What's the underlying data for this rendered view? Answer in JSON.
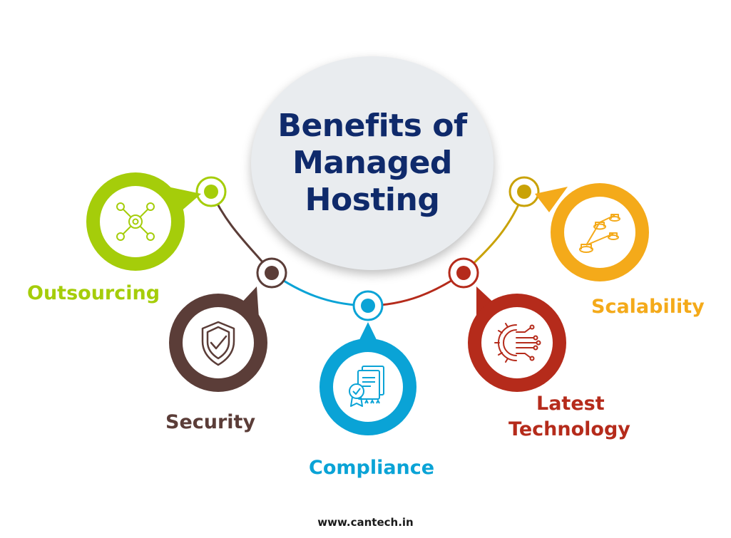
{
  "title_lines": [
    "Benefits of",
    "Managed",
    "Hosting"
  ],
  "benefits": [
    {
      "label": "Outsourcing",
      "icon": "network-users-icon",
      "color": "#a5cd0a"
    },
    {
      "label": "Security",
      "icon": "shield-check-icon",
      "color": "#5b3d38"
    },
    {
      "label": "Compliance",
      "icon": "certificate-document-icon",
      "color": "#0aa3d6"
    },
    {
      "label_lines": [
        "Latest",
        "Technology"
      ],
      "icon": "gear-circuit-icon",
      "color": "#b52b1b"
    },
    {
      "label": "Scalability",
      "icon": "scalable-nodes-icon",
      "color": "#f4aa1a"
    }
  ],
  "footer": "www.cantech.in"
}
